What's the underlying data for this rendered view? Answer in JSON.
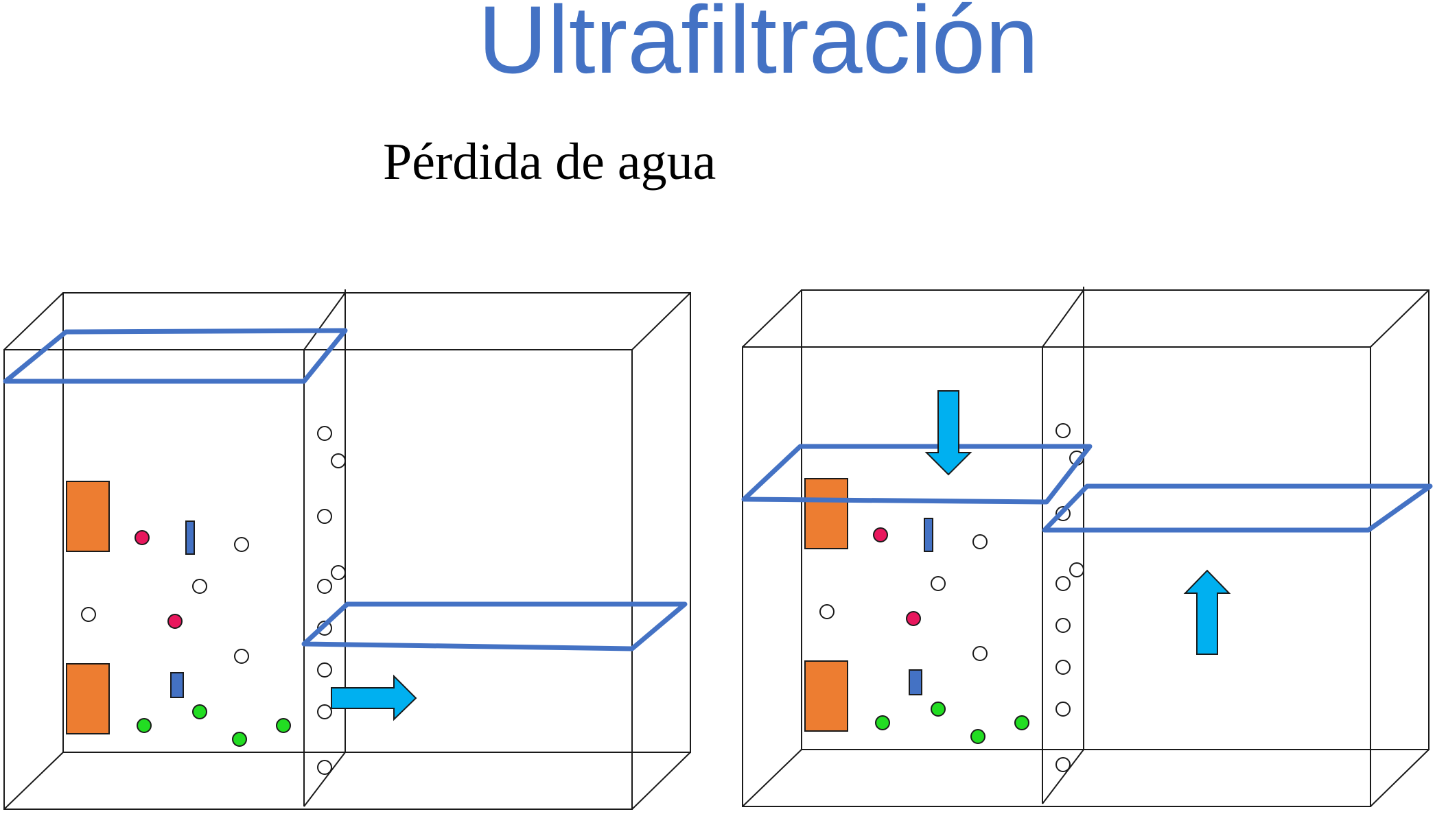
{
  "title": "Ultrafiltración",
  "subtitle": "Pérdida de agua",
  "colors": {
    "title": "#4472C4",
    "edge": "#1a1a1a",
    "water_level": "#4472C4",
    "arrow_fill": "#00B0F0",
    "large_solute": "#ED7D31",
    "red_particle": "#E8175D",
    "green_particle": "#22DD22",
    "blue_bar": "#4472C4",
    "small_particle": "#ffffff"
  },
  "panels": [
    {
      "id": "left",
      "flow_arrows": [
        "right-arrow-icon"
      ],
      "water_levels": [
        "feed-side",
        "filtrate-side"
      ]
    },
    {
      "id": "right",
      "flow_arrows": [
        "down-arrow-icon",
        "up-arrow-icon"
      ],
      "water_levels": [
        "feed-side",
        "filtrate-side"
      ]
    }
  ]
}
